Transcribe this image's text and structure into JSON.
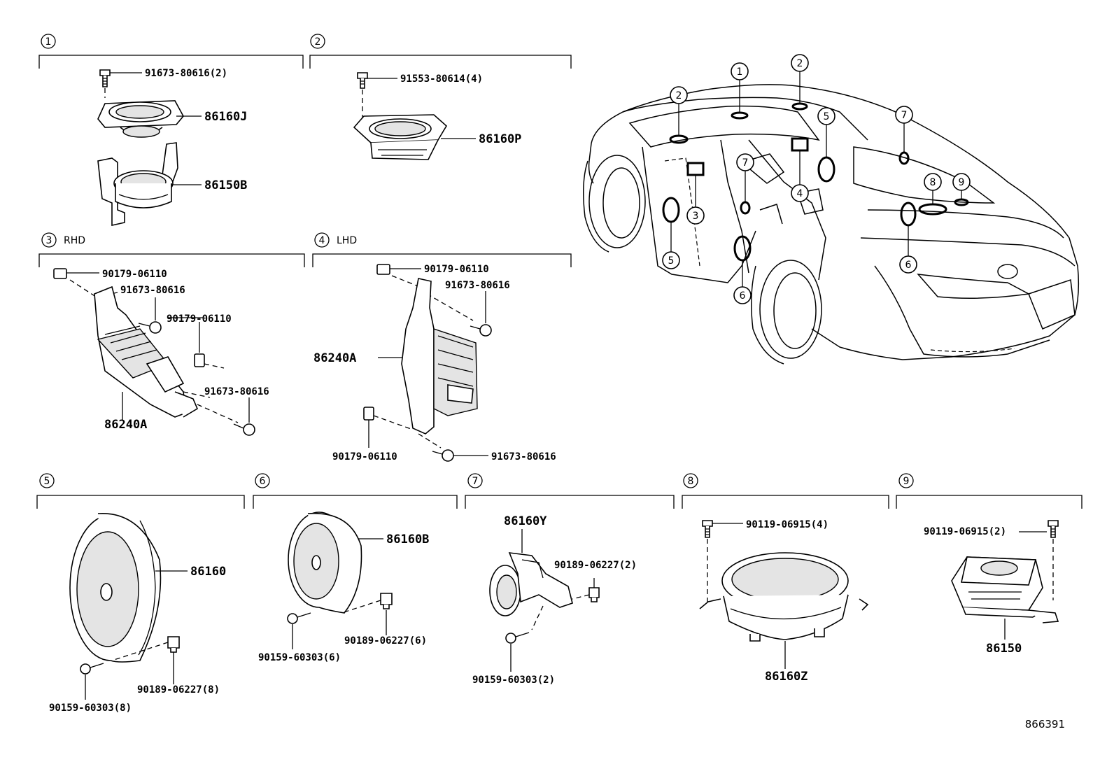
{
  "reference_code": "866391",
  "sections": [
    {
      "num": "1",
      "tag": ""
    },
    {
      "num": "2",
      "tag": ""
    },
    {
      "num": "3",
      "tag": "RHD"
    },
    {
      "num": "4",
      "tag": "LHD"
    },
    {
      "num": "5",
      "tag": ""
    },
    {
      "num": "6",
      "tag": ""
    },
    {
      "num": "7",
      "tag": ""
    },
    {
      "num": "8",
      "tag": ""
    },
    {
      "num": "9",
      "tag": ""
    }
  ],
  "parts": {
    "s1_screw": "91673-80616(2)",
    "s1_speaker": "86160J",
    "s1_bracket": "86150B",
    "s2_screw": "91553-80614(4)",
    "s2_speaker": "86160P",
    "s3_nut_top": "90179-06110",
    "s3_screw_top": "91673-80616",
    "s3_nut_mid": "90179-06110",
    "s3_screw_bot": "91673-80616",
    "s3_amp": "86240A",
    "s4_nut_top": "90179-06110",
    "s4_screw_top": "91673-80616",
    "s4_amp": "86240A",
    "s4_nut_bot": "90179-06110",
    "s4_screw_bot": "91673-80616",
    "s5_speaker": "86160",
    "s5_clip": "90189-06227(8)",
    "s5_screw": "90159-60303(8)",
    "s6_speaker": "86160B",
    "s6_clip": "90189-06227(6)",
    "s6_screw": "90159-60303(6)",
    "s7_speaker": "86160Y",
    "s7_clip": "90189-06227(2)",
    "s7_screw": "90159-60303(2)",
    "s8_screw": "90119-06915(4)",
    "s8_speaker": "86160Z",
    "s9_screw": "90119-06915(2)",
    "s9_amp": "86150"
  },
  "car_callouts": [
    "1",
    "2",
    "2",
    "5",
    "7",
    "7",
    "8",
    "9",
    "3",
    "4",
    "5",
    "6",
    "6"
  ]
}
